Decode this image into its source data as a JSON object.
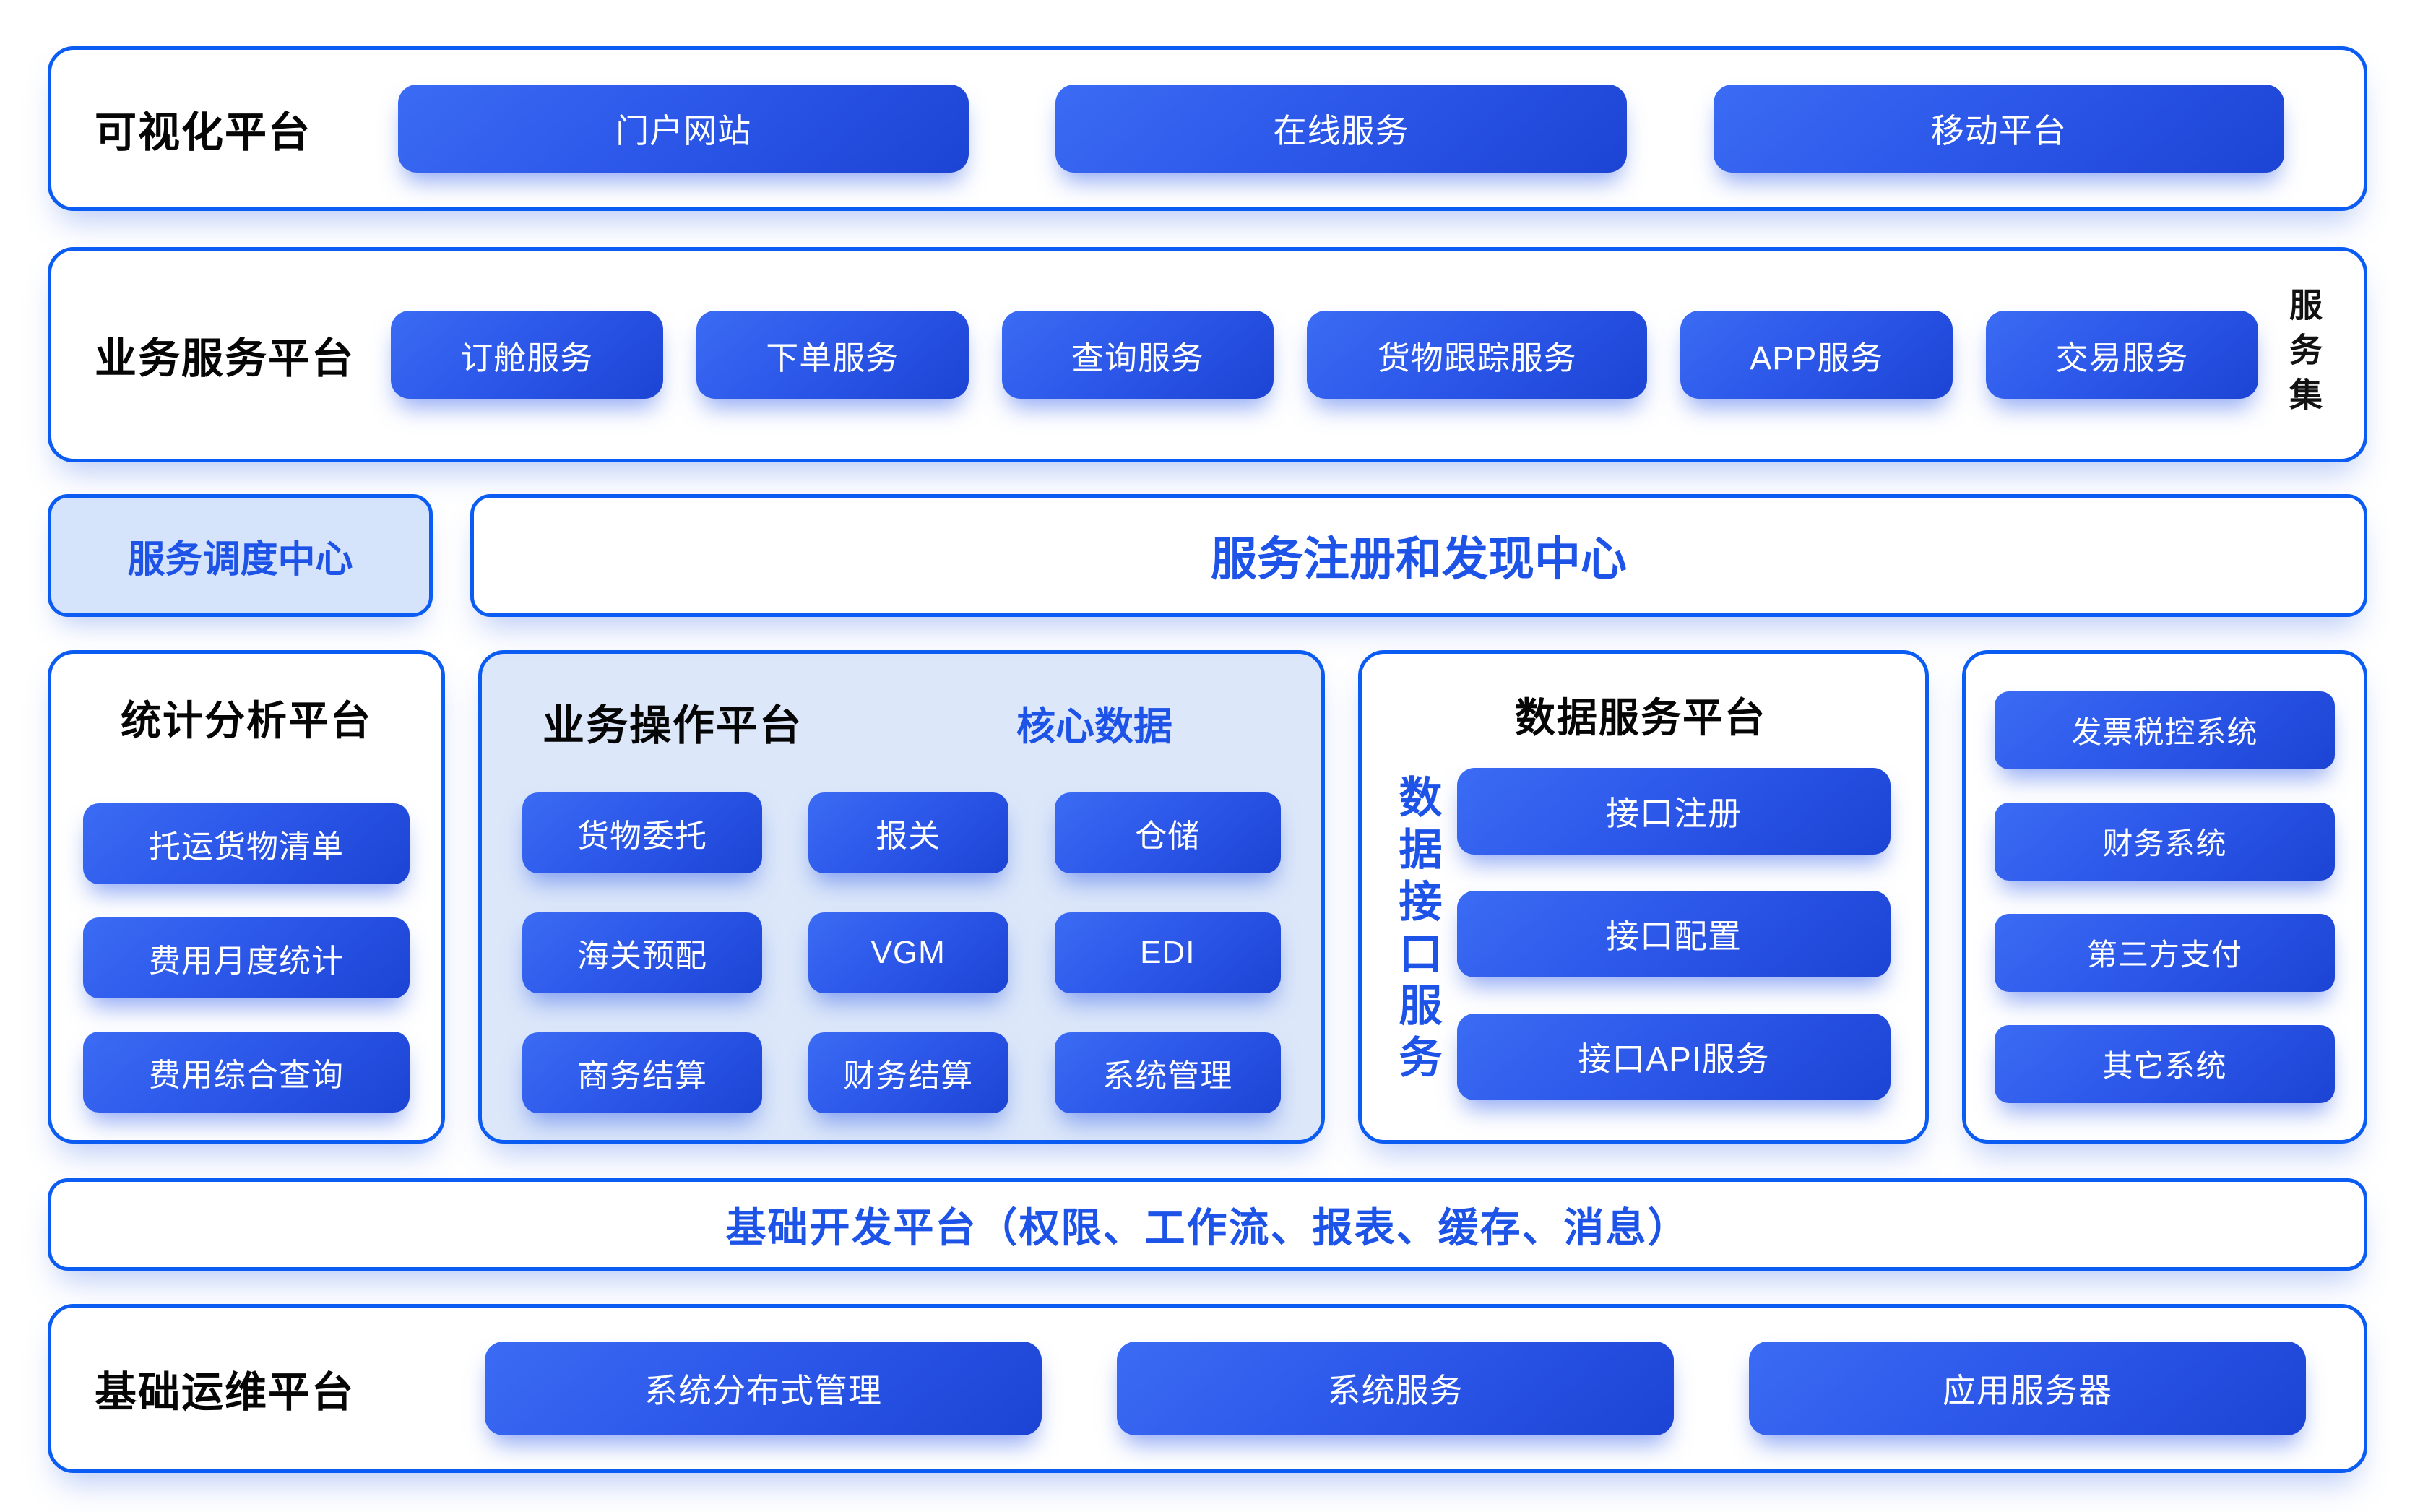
{
  "colors": {
    "accent_border_blue": "#0b5cf2",
    "button_gradient_start": "#3b6cf4",
    "button_gradient_end": "#1c44d4",
    "light_blue_box_bg": "#d6e4fb",
    "operations_panel_bg": "#dce7f9",
    "text_blue": "#1e53e8",
    "text_black": "#060606",
    "button_text": "#ffffff"
  },
  "visualization": {
    "title": "可视化平台",
    "buttons": [
      "门户网站",
      "在线服务",
      "移动平台"
    ]
  },
  "business_services": {
    "title": "业务服务平台",
    "buttons": [
      "订舱服务",
      "下单服务",
      "查询服务",
      "货物跟踪服务",
      "APP服务",
      "交易服务"
    ],
    "side_label": "服务集"
  },
  "dispatch": {
    "scheduler": "服务调度中心",
    "registry": "服务注册和发现中心"
  },
  "statistics": {
    "title": "统计分析平台",
    "buttons": [
      "托运货物清单",
      "费用月度统计",
      "费用综合查询"
    ]
  },
  "operations": {
    "title": "业务操作平台",
    "badge": "核心数据",
    "buttons": [
      "货物委托",
      "报关",
      "仓储",
      "海关预配",
      "VGM",
      "EDI",
      "商务结算",
      "财务结算",
      "系统管理"
    ]
  },
  "data_service": {
    "title": "数据服务平台",
    "side_label": "数据接口服务",
    "buttons": [
      "接口注册",
      "接口配置",
      "接口API服务"
    ]
  },
  "external_systems": {
    "buttons": [
      "发票税控系统",
      "财务系统",
      "第三方支付",
      "其它系统"
    ]
  },
  "dev_platform": {
    "label": "基础开发平台（权限、工作流、报表、缓存、消息）"
  },
  "ops_platform": {
    "title": "基础运维平台",
    "buttons": [
      "系统分布式管理",
      "系统服务",
      "应用服务器"
    ]
  }
}
